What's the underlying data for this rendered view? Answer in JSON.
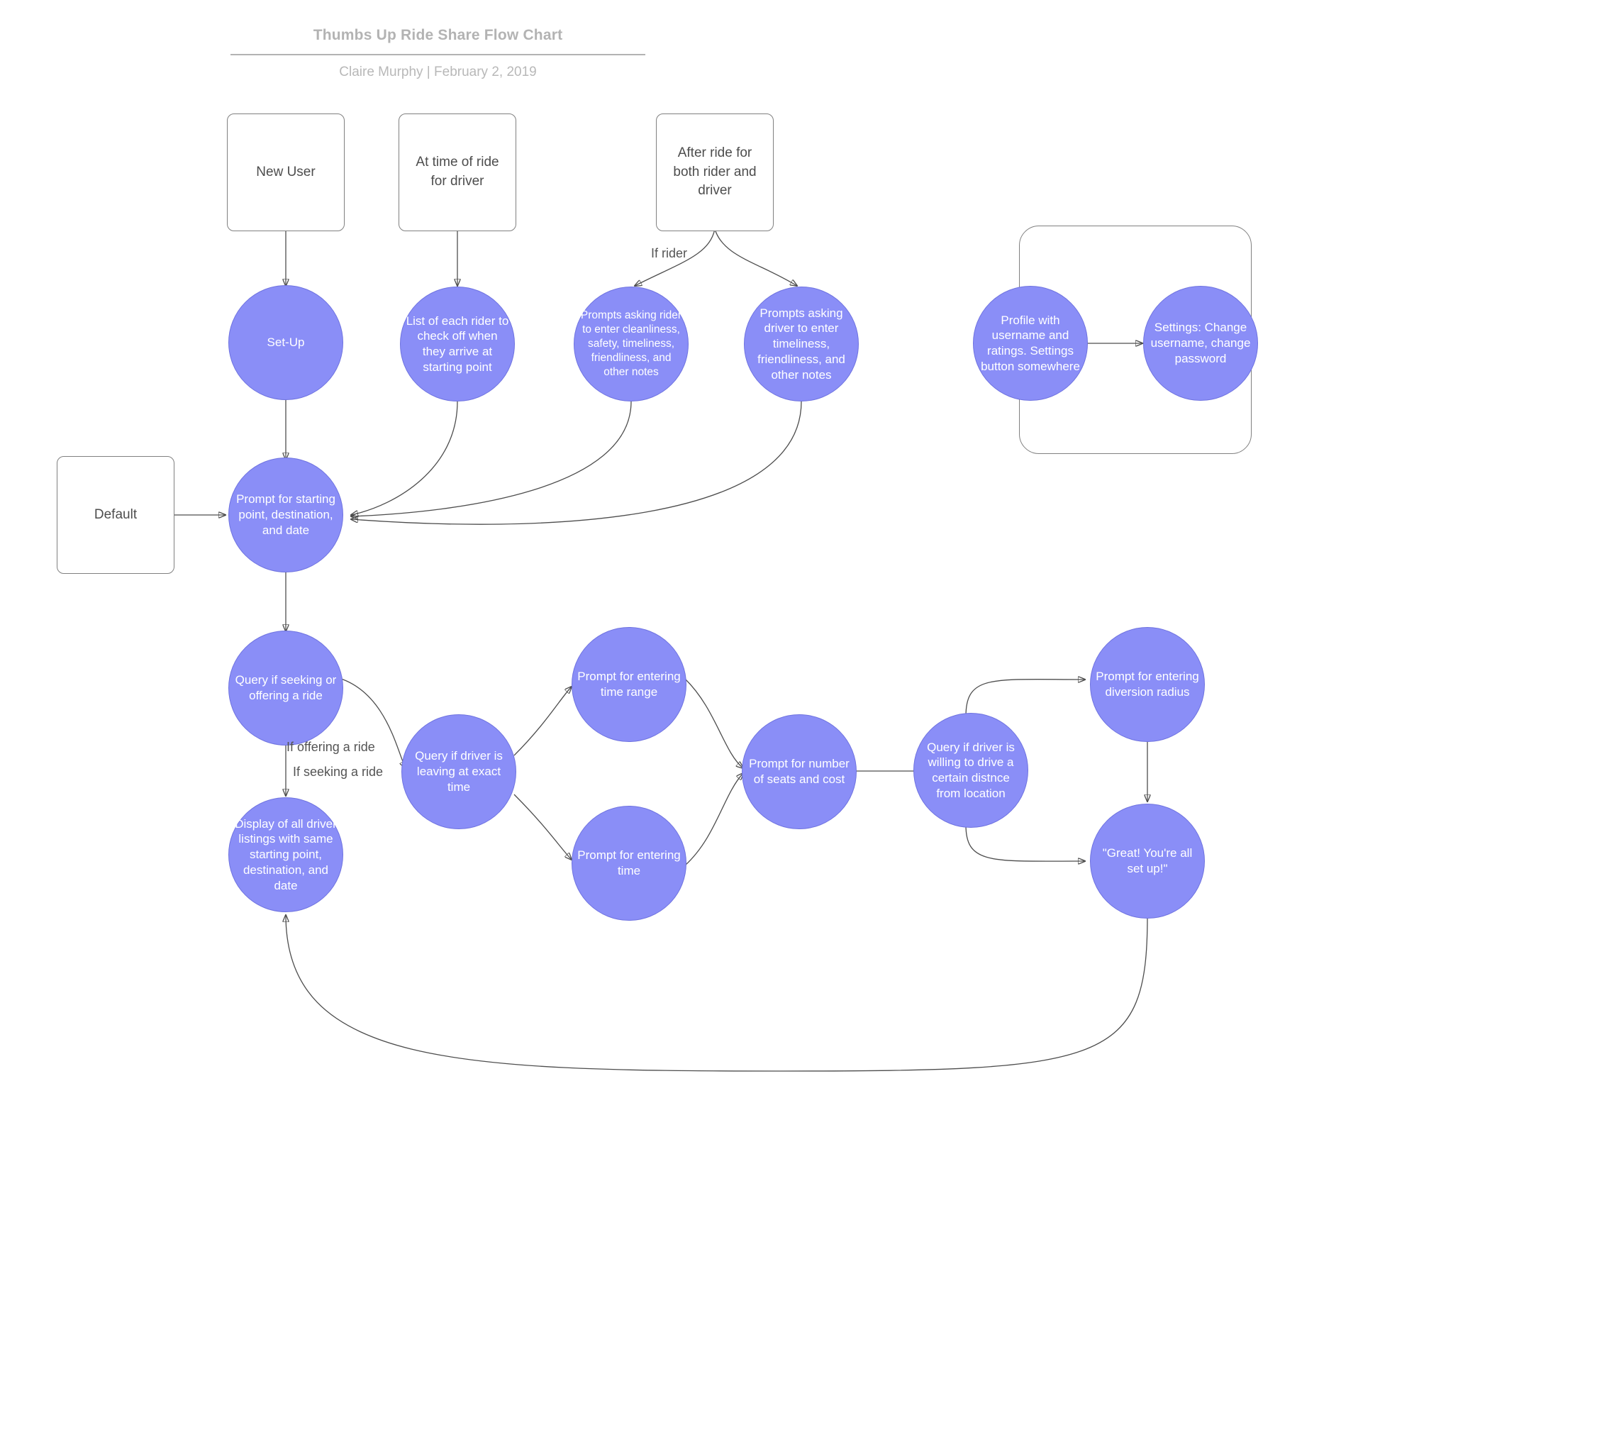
{
  "header": {
    "title": "Thumbs Up Ride Share Flow Chart",
    "byline": "Claire Murphy  |  February 2, 2019"
  },
  "chart_data": {
    "type": "diagram",
    "title": "Thumbs Up Ride Share Flow Chart",
    "accent_color": "#8a8ef7",
    "outline_color": "#808080",
    "text_color": "#4d4d4d",
    "nodes": [
      {
        "id": "new_user",
        "shape": "rect",
        "label": "New User"
      },
      {
        "id": "at_time",
        "shape": "rect",
        "label": "At time of ride for driver"
      },
      {
        "id": "after_ride",
        "shape": "rect",
        "label": "After ride for both rider and driver"
      },
      {
        "id": "default",
        "shape": "rect",
        "label": "Default"
      },
      {
        "id": "setup",
        "shape": "circle",
        "label": "Set-Up"
      },
      {
        "id": "list_checkoff",
        "shape": "circle",
        "label": "List  of each rider to check off when they arrive at starting point"
      },
      {
        "id": "prompts_rider",
        "shape": "circle",
        "label": "Prompts asking rider to enter cleanliness, safety, timeliness, friendliness, and other notes"
      },
      {
        "id": "prompts_driver",
        "shape": "circle",
        "label": "Prompts asking driver to enter timeliness, friendliness, and other notes"
      },
      {
        "id": "profile",
        "shape": "circle",
        "label": "Profile with username and ratings. Settings button somewhere"
      },
      {
        "id": "settings",
        "shape": "circle",
        "label": "Settings: Change username, change password"
      },
      {
        "id": "prompt_start",
        "shape": "circle",
        "label": "Prompt for starting point, destination, and date"
      },
      {
        "id": "query_seek",
        "shape": "circle",
        "label": "Query if seeking or offering a ride"
      },
      {
        "id": "query_exact",
        "shape": "circle",
        "label": "Query if  driver is leaving at exact time"
      },
      {
        "id": "display_list",
        "shape": "circle",
        "label": "Display of all driver listings with same starting point, destination, and date"
      },
      {
        "id": "time_range",
        "shape": "circle",
        "label": "Prompt for entering time range"
      },
      {
        "id": "time_exact",
        "shape": "circle",
        "label": "Prompt for entering time"
      },
      {
        "id": "seats_cost",
        "shape": "circle",
        "label": "Prompt for number of seats and cost"
      },
      {
        "id": "query_distance",
        "shape": "circle",
        "label": "Query if driver is willing to drive a certain distnce from location"
      },
      {
        "id": "diversion",
        "shape": "circle",
        "label": "Prompt for entering diversion radius"
      },
      {
        "id": "great",
        "shape": "circle",
        "label": "\"Great! You're all set up!\""
      }
    ],
    "edges": [
      {
        "from": "new_user",
        "to": "setup",
        "label": ""
      },
      {
        "from": "at_time",
        "to": "list_checkoff",
        "label": ""
      },
      {
        "from": "after_ride",
        "to": "prompts_rider",
        "label": "If rider"
      },
      {
        "from": "after_ride",
        "to": "prompts_driver",
        "label": ""
      },
      {
        "from": "setup",
        "to": "prompt_start",
        "label": ""
      },
      {
        "from": "default",
        "to": "prompt_start",
        "label": ""
      },
      {
        "from": "list_checkoff",
        "to": "prompt_start",
        "label": ""
      },
      {
        "from": "prompts_rider",
        "to": "prompt_start",
        "label": ""
      },
      {
        "from": "prompts_driver",
        "to": "prompt_start",
        "label": ""
      },
      {
        "from": "profile",
        "to": "settings",
        "label": ""
      },
      {
        "from": "prompt_start",
        "to": "query_seek",
        "label": ""
      },
      {
        "from": "query_seek",
        "to": "query_exact",
        "label": "If offering a ride"
      },
      {
        "from": "query_seek",
        "to": "display_list",
        "label": "If seeking a ride"
      },
      {
        "from": "query_exact",
        "to": "time_range",
        "label": ""
      },
      {
        "from": "query_exact",
        "to": "time_exact",
        "label": ""
      },
      {
        "from": "time_range",
        "to": "seats_cost",
        "label": ""
      },
      {
        "from": "time_exact",
        "to": "seats_cost",
        "label": ""
      },
      {
        "from": "seats_cost",
        "to": "query_distance",
        "label": ""
      },
      {
        "from": "query_distance",
        "to": "diversion",
        "label": ""
      },
      {
        "from": "query_distance",
        "to": "great",
        "label": ""
      },
      {
        "from": "diversion",
        "to": "great",
        "label": ""
      },
      {
        "from": "great",
        "to": "display_list",
        "label": ""
      }
    ],
    "edge_labels": [
      {
        "id": "if_rider",
        "text": "If rider"
      },
      {
        "id": "if_offering",
        "text": "If offering a ride"
      },
      {
        "id": "if_seeking",
        "text": "If seeking a ride"
      }
    ],
    "groups": [
      {
        "id": "profile_group",
        "members": [
          "profile",
          "settings"
        ]
      }
    ]
  }
}
